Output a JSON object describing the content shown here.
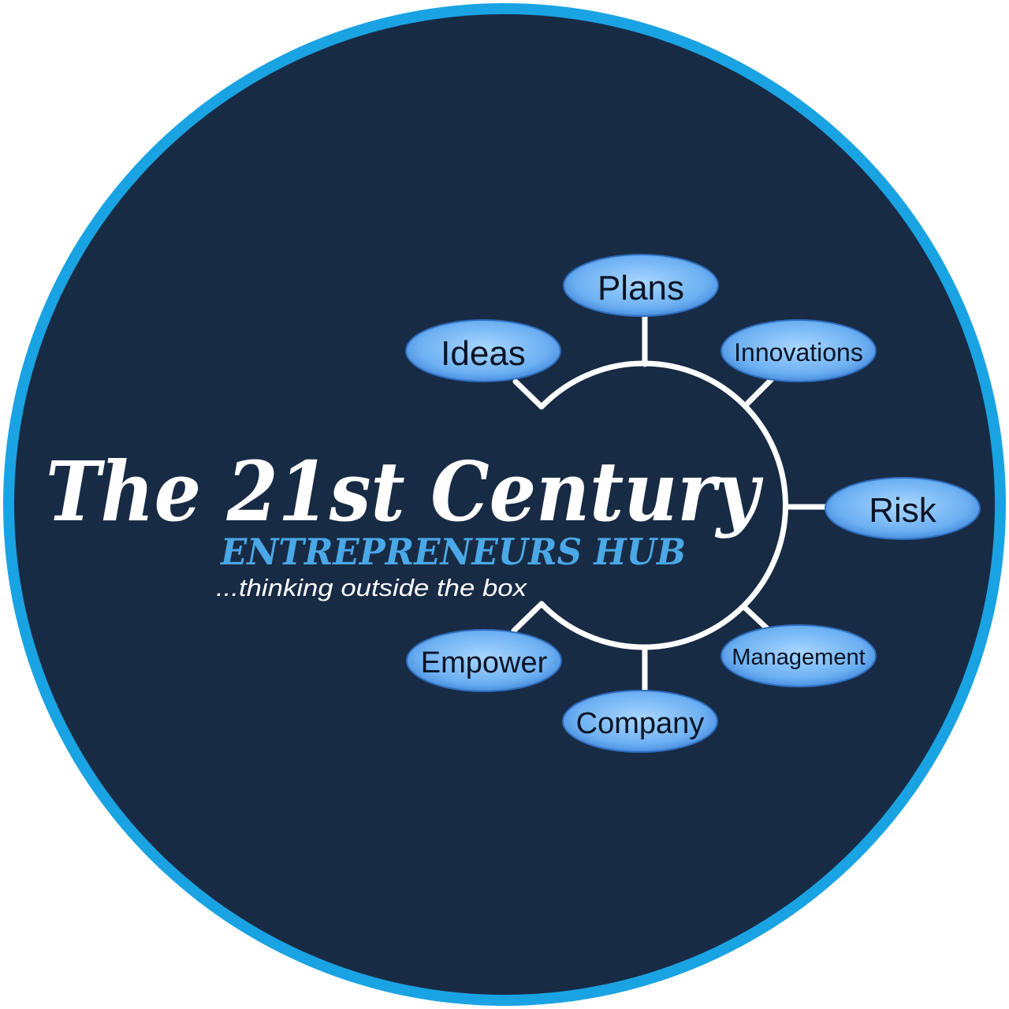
{
  "logo": {
    "title": "The 21st Century",
    "subtitle": "ENTREPRENEURS HUB",
    "tagline": "...thinking outside the box"
  },
  "nodes": [
    {
      "label": "Plans"
    },
    {
      "label": "Ideas"
    },
    {
      "label": "Innovations"
    },
    {
      "label": "Risk"
    },
    {
      "label": "Empower"
    },
    {
      "label": "Management"
    },
    {
      "label": "Company"
    }
  ],
  "colors": {
    "ring": "#1aa3e3",
    "background": "#182b45",
    "title": "#ffffff",
    "subtitle": "#4aa8e6",
    "node_fill": "#7fbff5",
    "node_text": "#0a1424",
    "connector": "#ffffff"
  }
}
